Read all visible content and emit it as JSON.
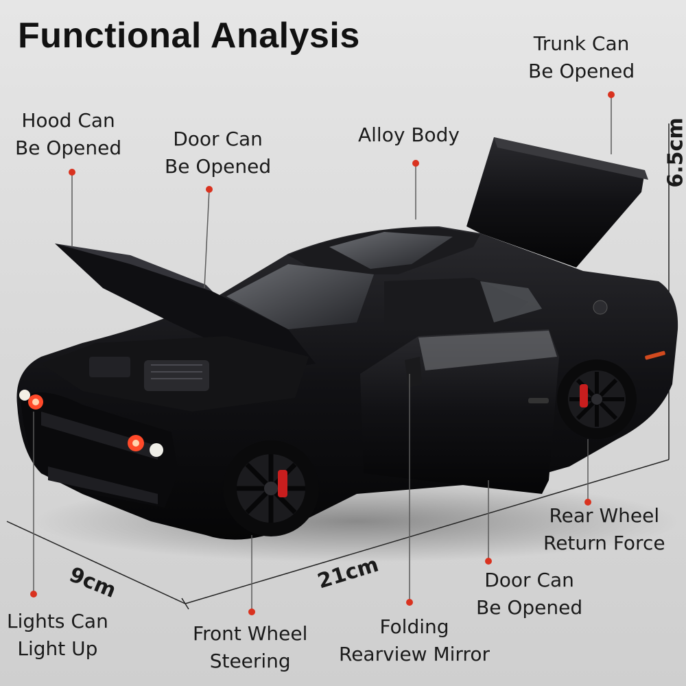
{
  "title": "Functional Analysis",
  "labels": {
    "trunk": [
      "Trunk Can",
      "Be Opened"
    ],
    "hood": [
      "Hood Can",
      "Be Opened"
    ],
    "door_front": [
      "Door Can",
      "Be Opened"
    ],
    "alloy": [
      "Alloy Body"
    ],
    "rear_wheel": [
      "Rear Wheel",
      "Return Force"
    ],
    "door_bottom": [
      "Door Can",
      "Be Opened"
    ],
    "lights": [
      "Lights Can",
      "Light Up"
    ],
    "front_wheel": [
      "Front Wheel",
      "Steering"
    ],
    "mirror": [
      "Folding",
      "Rearview Mirror"
    ]
  },
  "dimensions": {
    "height": "6.5cm",
    "width": "9cm",
    "length": "21cm"
  },
  "colors": {
    "marker": "#d9321f",
    "car_body": "#0d0d0f",
    "caliper": "#c81e1e"
  }
}
